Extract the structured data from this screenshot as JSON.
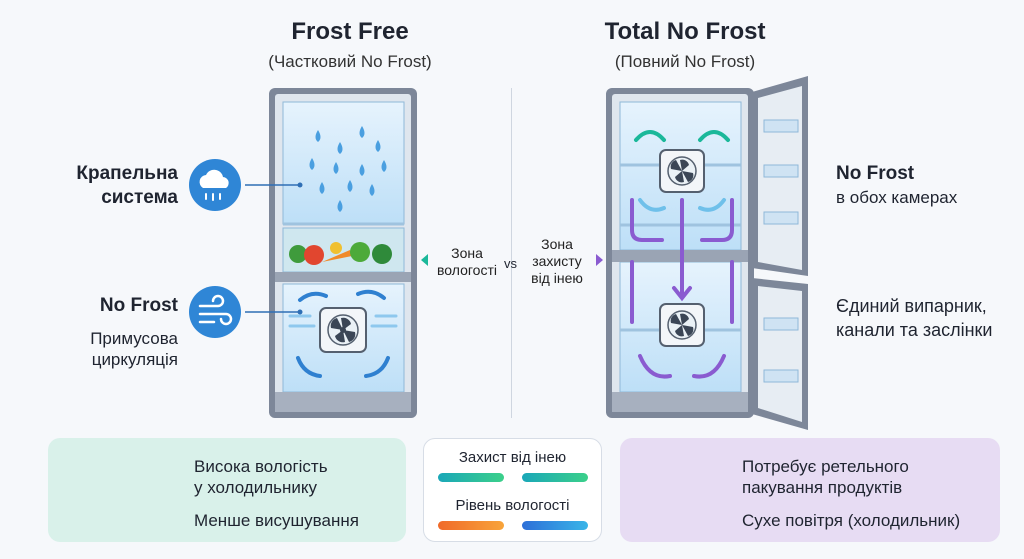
{
  "left_title": {
    "main": "Frost Free",
    "sub": "(Частковий No Frost)"
  },
  "right_title": {
    "main": "Total No Frost",
    "sub": "(Повний No Frost)"
  },
  "left_labels": {
    "drip_line1": "Крапельна",
    "drip_line2": "система",
    "nofrost_title": "No Frost",
    "forced_line1": "Примусова",
    "forced_line2": "циркуляція"
  },
  "right_labels": {
    "nofrost_title": "No Frost",
    "both_chambers": "в обох камерах",
    "evap_line1": "Єдиний випарник,",
    "evap_line2": "канали та заслінки"
  },
  "center": {
    "humidity_zone_line1": "Зона",
    "humidity_zone_line2": "вологості",
    "vs": "vs",
    "frost_zone_line1": "Зона",
    "frost_zone_line2": "захисту",
    "frost_zone_line3": "від інею"
  },
  "bottom": {
    "left_line1": "Висока вологість",
    "left_line2": "у холодильнику",
    "left_line3": "Менше висушування",
    "mid_frost": "Захист від інею",
    "mid_humidity": "Рівень вологості",
    "right_line1": "Потребує ретельного",
    "right_line2": "пакування продуктів",
    "right_line3": "Сухе повітря (холодильник)"
  },
  "colors": {
    "teal": "#1bb89a",
    "purple": "#8a5bd0",
    "blue": "#2f86d6",
    "fridge_frame": "#7d8799",
    "glass": "#cfe8fa"
  },
  "icons": [
    "rain-cloud-icon",
    "wind-icon",
    "fan-icon",
    "vegetables-icon",
    "food-container-icon"
  ]
}
